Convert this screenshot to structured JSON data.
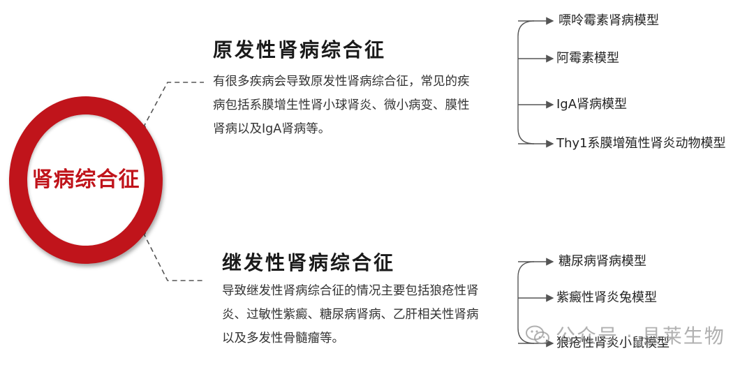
{
  "center": {
    "label": "肾病综合征"
  },
  "sections": [
    {
      "title": "原发性肾病综合征",
      "description_lines": [
        "有很多疾病会导致原发性肾病综合征，常见的疾",
        "病包括系膜增生性肾小球肾炎、微小病变、膜性",
        "肾病以及IgA肾病等。"
      ],
      "models": [
        "嘌呤霉素肾病模型",
        "阿霉素模型",
        "IgA肾病模型",
        "Thy1系膜增殖性肾炎动物模型"
      ]
    },
    {
      "title": "继发性肾病综合征",
      "description_lines": [
        "导致继发性肾病综合征的情况主要包括狼疮性肾",
        "炎、过敏性紫癜、糖尿病肾病、乙肝相关性肾病",
        "以及多发性骨髓瘤等。"
      ],
      "models": [
        "糖尿病肾病模型",
        "紫癜性肾炎兔模型",
        "狼疮性肾炎小鼠模型"
      ]
    }
  ],
  "watermark": {
    "text": "公众号 · 县莱生物",
    "icon": "wechat-icon"
  },
  "colors": {
    "accent": "#c0141b",
    "text": "#1a1a1a",
    "connector": "#555555"
  }
}
